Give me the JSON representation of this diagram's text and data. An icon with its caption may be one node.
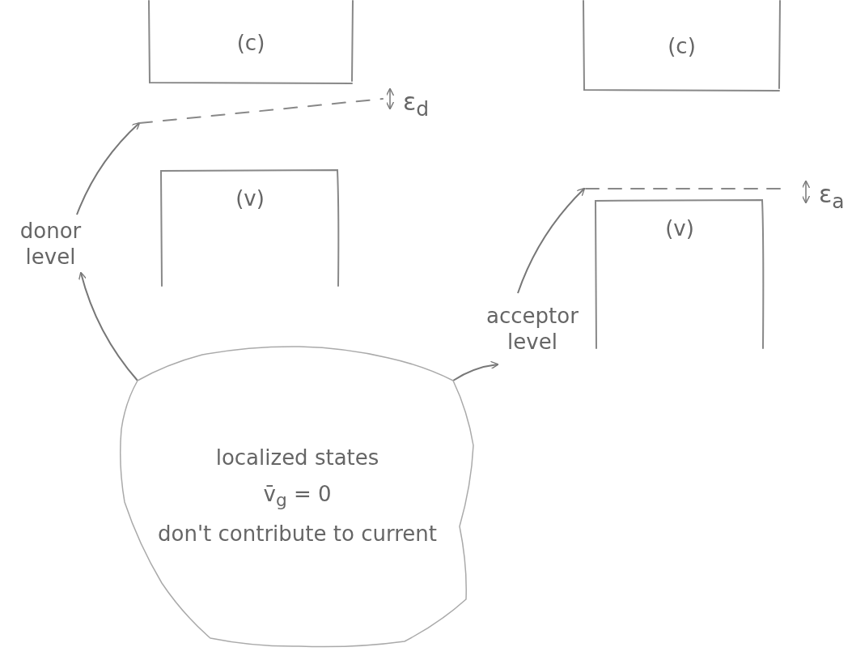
{
  "diagram": {
    "nodes": [
      {
        "text": [
          "(c)"
        ]
      },
      {
        "text": [],
        "shape": "line"
      },
      {
        "text": [
          "(v)"
        ]
      },
      {
        "text": [
          "donor level"
        ]
      },
      {
        "text": [
          "(c)"
        ]
      },
      {
        "text": [],
        "shape": "line"
      },
      {
        "text": [
          "(v)"
        ]
      },
      {
        "text": [
          "acceptor level"
        ]
      },
      {
        "text": [
          "localized states",
          "v̄$_{g}$ = 0",
          "don't contribute to current"
        ]
      }
    ],
    "edges": [
      {
        "from": 3,
        "to": 1,
        "arrow": "to"
      },
      {
        "from": 7,
        "to": 5,
        "arrow": "to"
      },
      {
        "from": 8,
        "to": 3,
        "arrow": "to"
      },
      {
        "from": 8,
        "to": 7,
        "arrow": "to"
      }
    ],
    "labels": [
      "ε$_{d}$",
      "ε$_{a}$"
    ]
  }
}
